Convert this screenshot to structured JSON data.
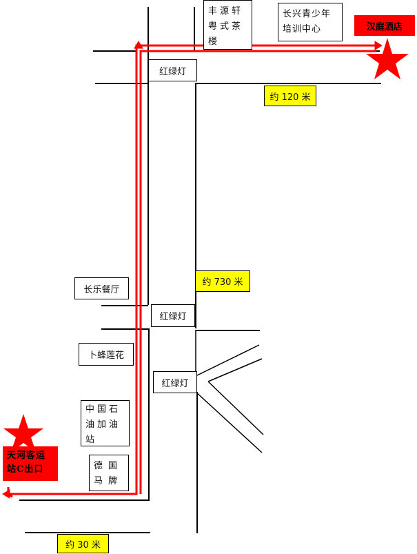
{
  "map": {
    "destination": {
      "name": "汉庭酒店"
    },
    "origin": {
      "name": "天河客运站C出口"
    },
    "distances": {
      "top_segment": "约 120 米",
      "middle_segment": "约 730 米",
      "bottom_segment": "约 30 米"
    },
    "landmarks": {
      "fengyuanxuan": "丰源轩粤式茶楼",
      "changxing": "长兴青少年培训中心",
      "changle": "长乐餐厅",
      "bufeng": "卜蜂莲花",
      "sinopec": "中国石油加油站",
      "deguo": "德国马牌"
    },
    "traffic_lights": {
      "top": "红绿灯",
      "middle": "红绿灯",
      "lower": "红绿灯"
    },
    "colors": {
      "route": "#ff0000",
      "star": "#ff0000",
      "distance_bg": "#ffff00",
      "road": "#000000"
    }
  }
}
